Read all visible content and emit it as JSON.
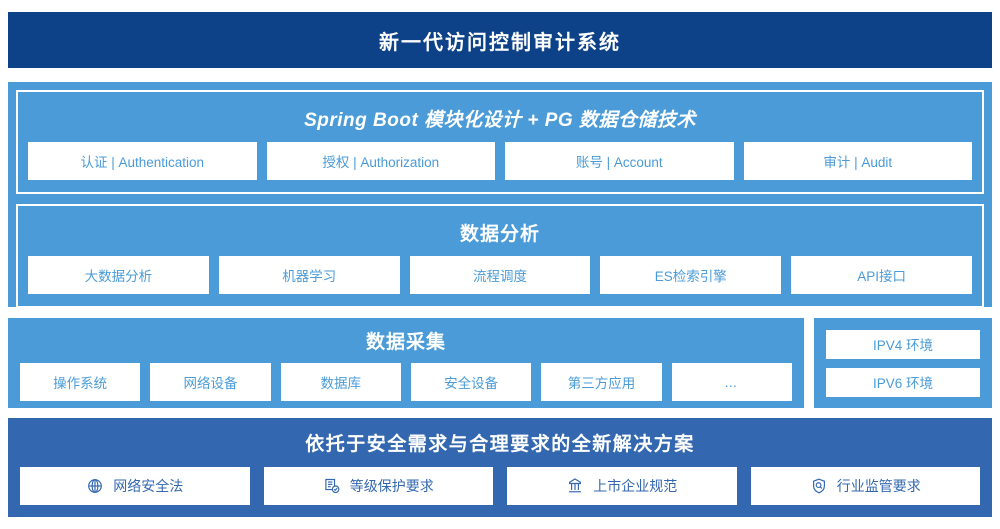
{
  "header": {
    "title": "新一代访问控制审计系统",
    "background": "#0d4289"
  },
  "colors": {
    "panel_blue": "#4a9bd8",
    "solution_blue": "#3368b0",
    "chip_bg": "#ffffff",
    "header_navy": "#0d4289"
  },
  "architecture": {
    "platform": {
      "title": "Spring Boot 模块化设计 + PG 数据仓储技术",
      "items": [
        {
          "label": "认证 | Authentication"
        },
        {
          "label": "授权 | Authorization"
        },
        {
          "label": "账号 | Account"
        },
        {
          "label": "审计 | Audit"
        }
      ]
    },
    "analysis": {
      "title": "数据分析",
      "items": [
        {
          "label": "大数据分析"
        },
        {
          "label": "机器学习"
        },
        {
          "label": "流程调度"
        },
        {
          "label": "ES检索引擎"
        },
        {
          "label": "API接口"
        }
      ]
    }
  },
  "collection": {
    "title": "数据采集",
    "items": [
      {
        "label": "操作系统"
      },
      {
        "label": "网络设备"
      },
      {
        "label": "数据库"
      },
      {
        "label": "安全设备"
      },
      {
        "label": "第三方应用"
      },
      {
        "label": "…"
      }
    ],
    "environments": [
      {
        "label": "IPV4 环境"
      },
      {
        "label": "IPV6 环境"
      }
    ]
  },
  "solution": {
    "title": "依托于安全需求与合理要求的全新解决方案",
    "items": [
      {
        "label": "网络安全法",
        "icon": "globe-icon"
      },
      {
        "label": "等级保护要求",
        "icon": "document-check-icon"
      },
      {
        "label": "上市企业规范",
        "icon": "bank-building-icon"
      },
      {
        "label": "行业监管要求",
        "icon": "shield-search-icon"
      }
    ]
  }
}
